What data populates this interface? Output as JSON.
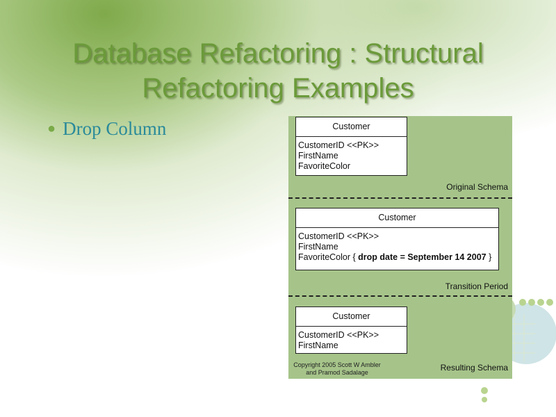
{
  "slide": {
    "title": "Database Refactoring : Structural Refactoring Examples",
    "bullet": "Drop Column"
  },
  "diagram": {
    "sections": [
      {
        "label": "Original Schema",
        "entity": "Customer",
        "fields": [
          "CustomerID <<PK>>",
          "FirstName",
          "FavoriteColor"
        ]
      },
      {
        "label": "Transition Period",
        "entity": "Customer",
        "fields": [
          "CustomerID <<PK>>",
          "FirstName"
        ],
        "favorite_prefix": "FavoriteColor { ",
        "favorite_bold": "drop date = September 14 2007",
        "favorite_suffix": " }"
      },
      {
        "label": "Resulting Schema",
        "entity": "Customer",
        "fields": [
          "CustomerID <<PK>>",
          "FirstName"
        ]
      }
    ],
    "copyright_line1": "Copyright 2005 Scott W Ambler",
    "copyright_line2": "and Pramod Sadalage"
  },
  "colors": {
    "title": "#6b9a3a",
    "bullet_text": "#2a8a9a",
    "panel": "#a6c48a"
  }
}
